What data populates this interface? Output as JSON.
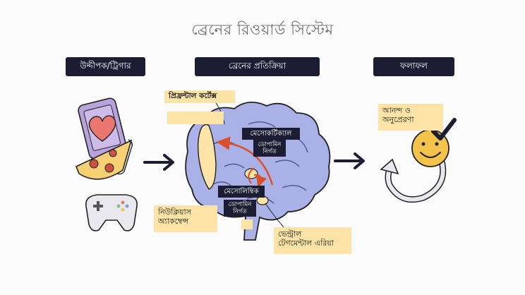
{
  "title": "ব্রেনের রিওয়ার্ড সিস্টেম",
  "headers": {
    "trigger": "উদ্দীপক/ট্রিগার",
    "response": "ব্রেনের প্রতিক্রিয়া",
    "result": "ফলাফল"
  },
  "labels": {
    "prefrontal": "প্রিফ্রন্টাল কর্টেক্স",
    "nucleus_line1": "নিউক্লিয়াস",
    "nucleus_line2": "অ্যাকম্বেন্স",
    "vta_line1": "ভেন্ট্রাল",
    "vta_line2": "টেগমেন্টাল এরিয়া",
    "joy_line1": "আনন্দ ও",
    "joy_line2": "অনুপ্রেরণা"
  },
  "pathways": {
    "mesocortical": "মেসোকর্টিক্যাল",
    "mesolimbic": "মেসোলিম্বিক",
    "dopamine_line1": "ডোপামিন",
    "dopamine_line2": "নির্গত"
  },
  "colors": {
    "navy": "#1c1c33",
    "label_yellow": "#fde4a6",
    "brain_blue": "#a9b1e6",
    "arrow_orange": "#d9502a",
    "heart_red": "#e9776f",
    "phone_purple": "#b9a3dd",
    "pizza_yellow": "#f7d074",
    "smiley_yellow": "#f4c44a"
  },
  "icons": [
    "phone-heart-icon",
    "pizza-slice-icon",
    "gamepad-icon",
    "brain-icon",
    "smiley-face-icon",
    "check-mark-icon",
    "circular-arrow-icon"
  ]
}
